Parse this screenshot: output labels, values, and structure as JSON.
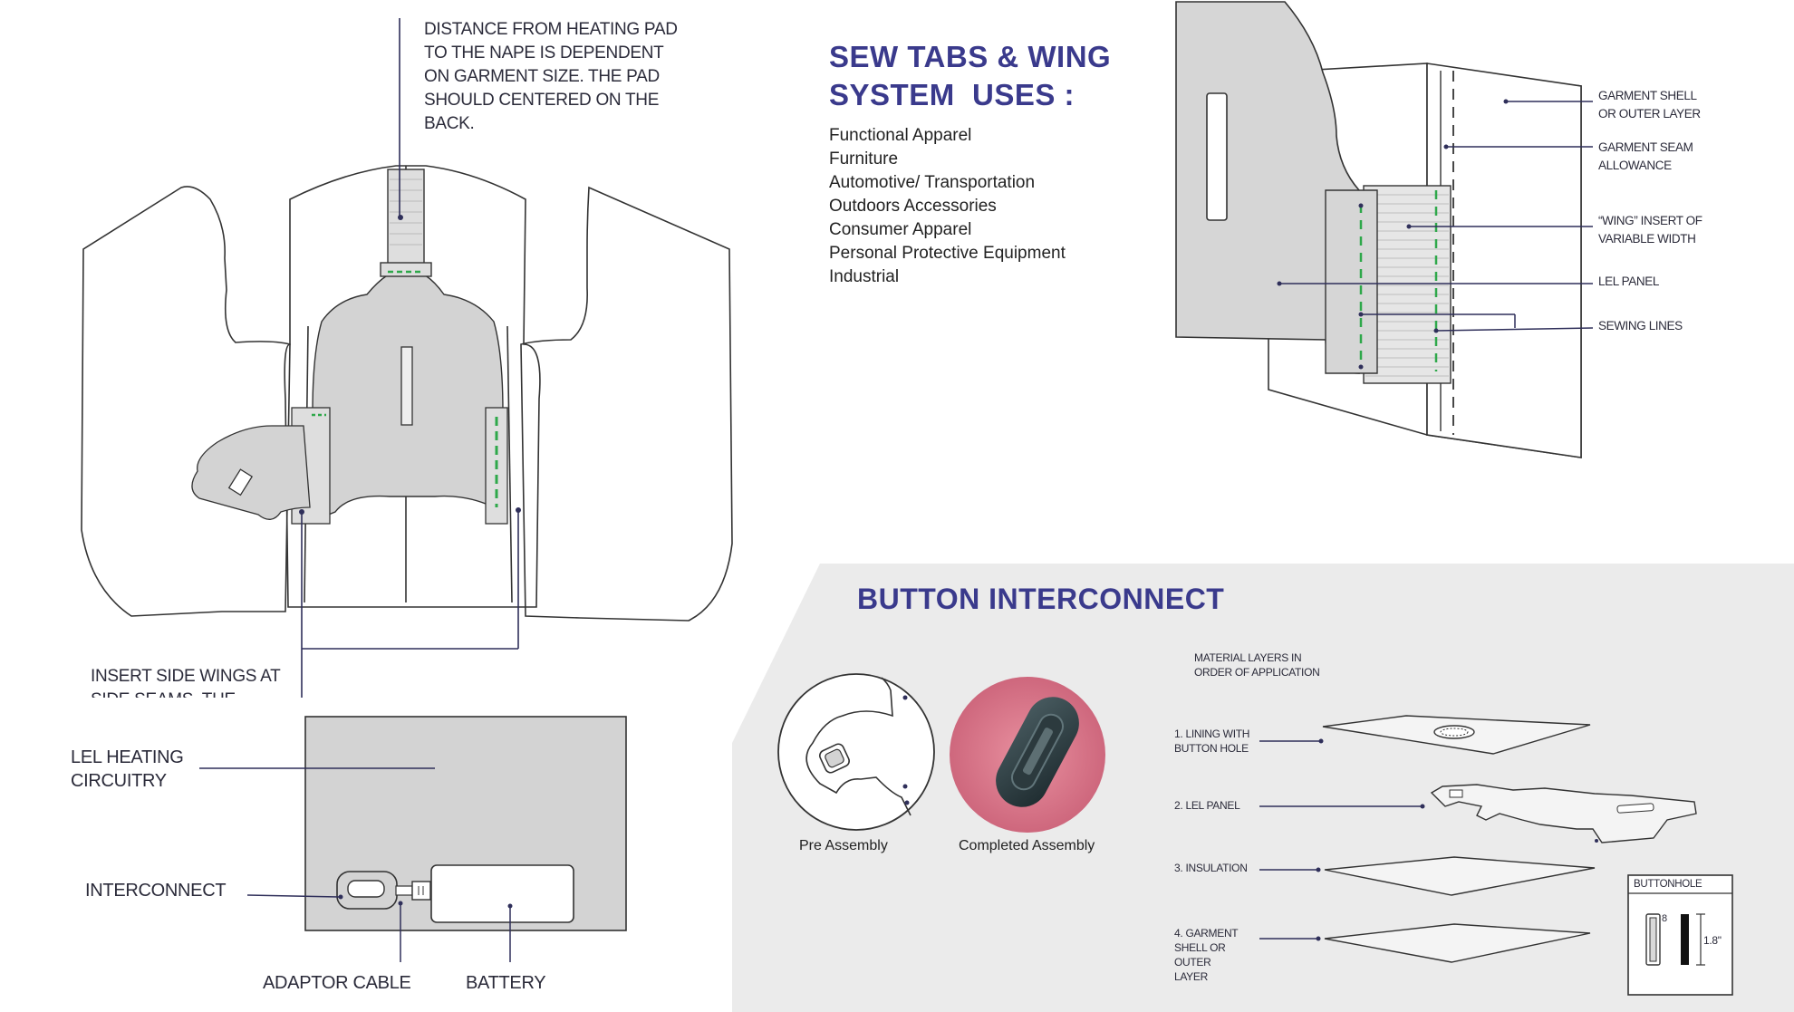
{
  "garment": {
    "nape_note": [
      "DISTANCE FROM HEATING PAD",
      "TO THE NAPE IS DEPENDENT",
      "ON GARMENT SIZE. THE PAD",
      "SHOULD CENTERED ON THE",
      "BACK."
    ],
    "side_wing_note": [
      "INSERT SIDE WINGS AT",
      "SIDE SEAMS. THE"
    ]
  },
  "sew_tabs": {
    "heading": [
      "SEW TABS & WING",
      "SYSTEM  USES :"
    ],
    "uses": [
      "Functional Apparel",
      "Furniture",
      "Automotive/ Transportation",
      "Outdoors Accessories",
      "Consumer Apparel",
      "Personal Protective Equipment",
      "Industrial"
    ]
  },
  "wing_diagram": {
    "labels": [
      [
        "GARMENT SHELL",
        "OR OUTER LAYER"
      ],
      [
        "GARMENT SEAM",
        "ALLOWANCE"
      ],
      [
        "“WING” INSERT OF",
        "VARIABLE WIDTH"
      ],
      [
        "LEL PANEL"
      ],
      [
        "SEWING LINES"
      ]
    ]
  },
  "circuit": {
    "lel_label": [
      "LEL HEATING",
      "CIRCUITRY"
    ],
    "interconnect_label": "INTERCONNECT",
    "adaptor_label": "ADAPTOR CABLE",
    "battery_label": "BATTERY"
  },
  "button_interconnect": {
    "heading": "BUTTON INTERCONNECT",
    "pre_assembly": "Pre Assembly",
    "completed_assembly": "Completed Assembly",
    "layers_title": [
      "MATERIAL LAYERS IN",
      "ORDER OF APPLICATION"
    ],
    "layers": [
      [
        "1. LINING WITH",
        "BUTTON HOLE"
      ],
      [
        "2. LEL PANEL"
      ],
      [
        "3. INSULATION"
      ],
      [
        "4. GARMENT",
        "SHELL OR",
        "OUTER",
        "LAYER"
      ]
    ],
    "buttonhole": {
      "title": "BUTTONHOLE",
      "width_label": "8",
      "height_label": "1.8\""
    }
  },
  "colors": {
    "heading_blue": "#3a3a8c",
    "panel_gray": "#d9d9d9",
    "bg_gray": "#ebebeb",
    "sewing_green": "#2ea84a",
    "photo_pink": "#d9748a"
  }
}
